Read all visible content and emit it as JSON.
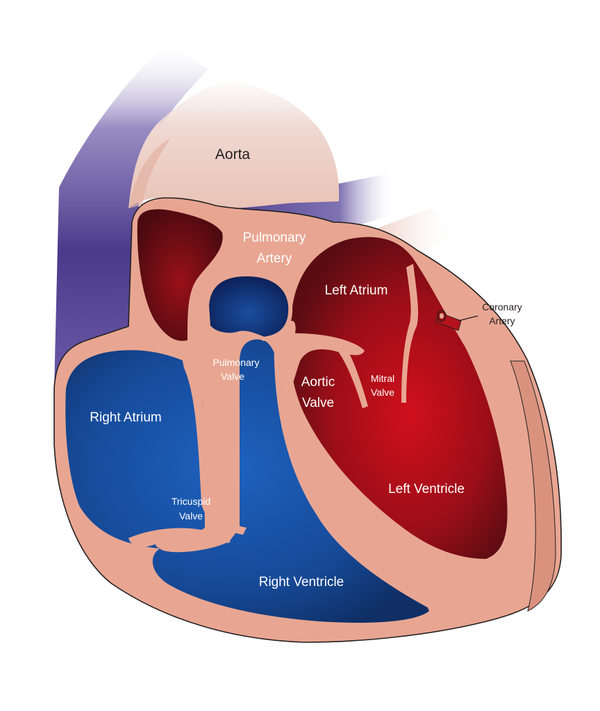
{
  "labels": {
    "aorta": "Aorta",
    "pulmonary_artery": [
      "Pulmonary",
      "Artery"
    ],
    "left_atrium": "Left Atrium",
    "coronary_artery": [
      "Coronary",
      "Artery"
    ],
    "pulmonary_valve": [
      "Pulmonary",
      "Valve"
    ],
    "aortic_valve": [
      "Aortic",
      "Valve"
    ],
    "mitral_valve": [
      "Mitral",
      "Valve"
    ],
    "right_atrium": "Right Atrium",
    "tricuspid_valve": [
      "Tricuspid",
      "Valve"
    ],
    "left_ventricle": "Left Ventricle",
    "right_ventricle": "Right Ventricle"
  },
  "colors": {
    "tissue": "#e8a692",
    "tissue_light": "#efc4b6",
    "outline": "#231f20",
    "oxygenated_red": "#c8101e",
    "oxygenated_dark": "#5a0c12",
    "deoxygenated_blue": "#1a5bb4",
    "deoxygenated_dark": "#0f2f66",
    "vessel_purple": "#4b3b8c"
  }
}
